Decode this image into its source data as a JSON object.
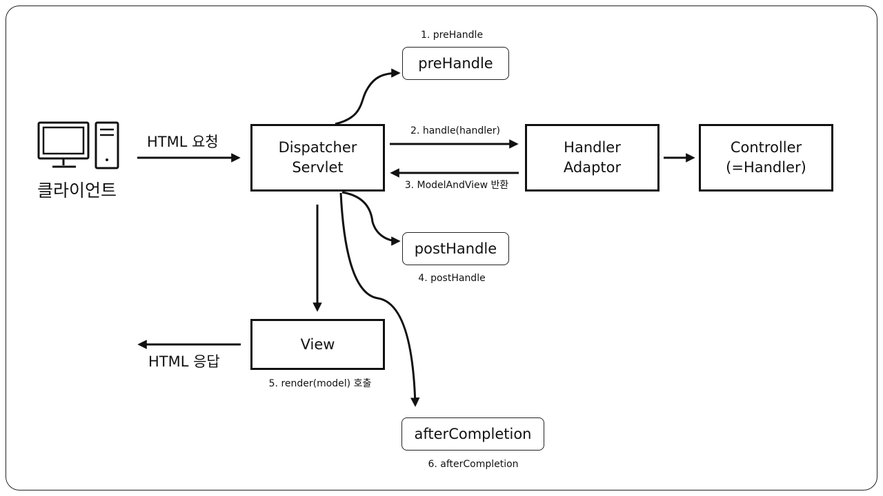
{
  "client": {
    "label": "클라이언트",
    "icon": "desktop-computer-icon"
  },
  "edges": {
    "request_label": "HTML 요청",
    "response_label": "HTML 응답"
  },
  "boxes": {
    "dispatcher": [
      "Dispatcher",
      "Servlet"
    ],
    "handler_adaptor": [
      "Handler",
      "Adaptor"
    ],
    "controller": [
      "Controller",
      "(=Handler)"
    ],
    "view": "View"
  },
  "interceptors": {
    "pre_handle": "preHandle",
    "post_handle": "postHandle",
    "after_completion": "afterCompletion"
  },
  "steps": {
    "step1": "1. preHandle",
    "step2": "2. handle(handler)",
    "step3": "3. ModelAndView 반환",
    "step4": "4. postHandle",
    "step5": "5. render(model) 호출",
    "step6": "6. afterCompletion"
  }
}
